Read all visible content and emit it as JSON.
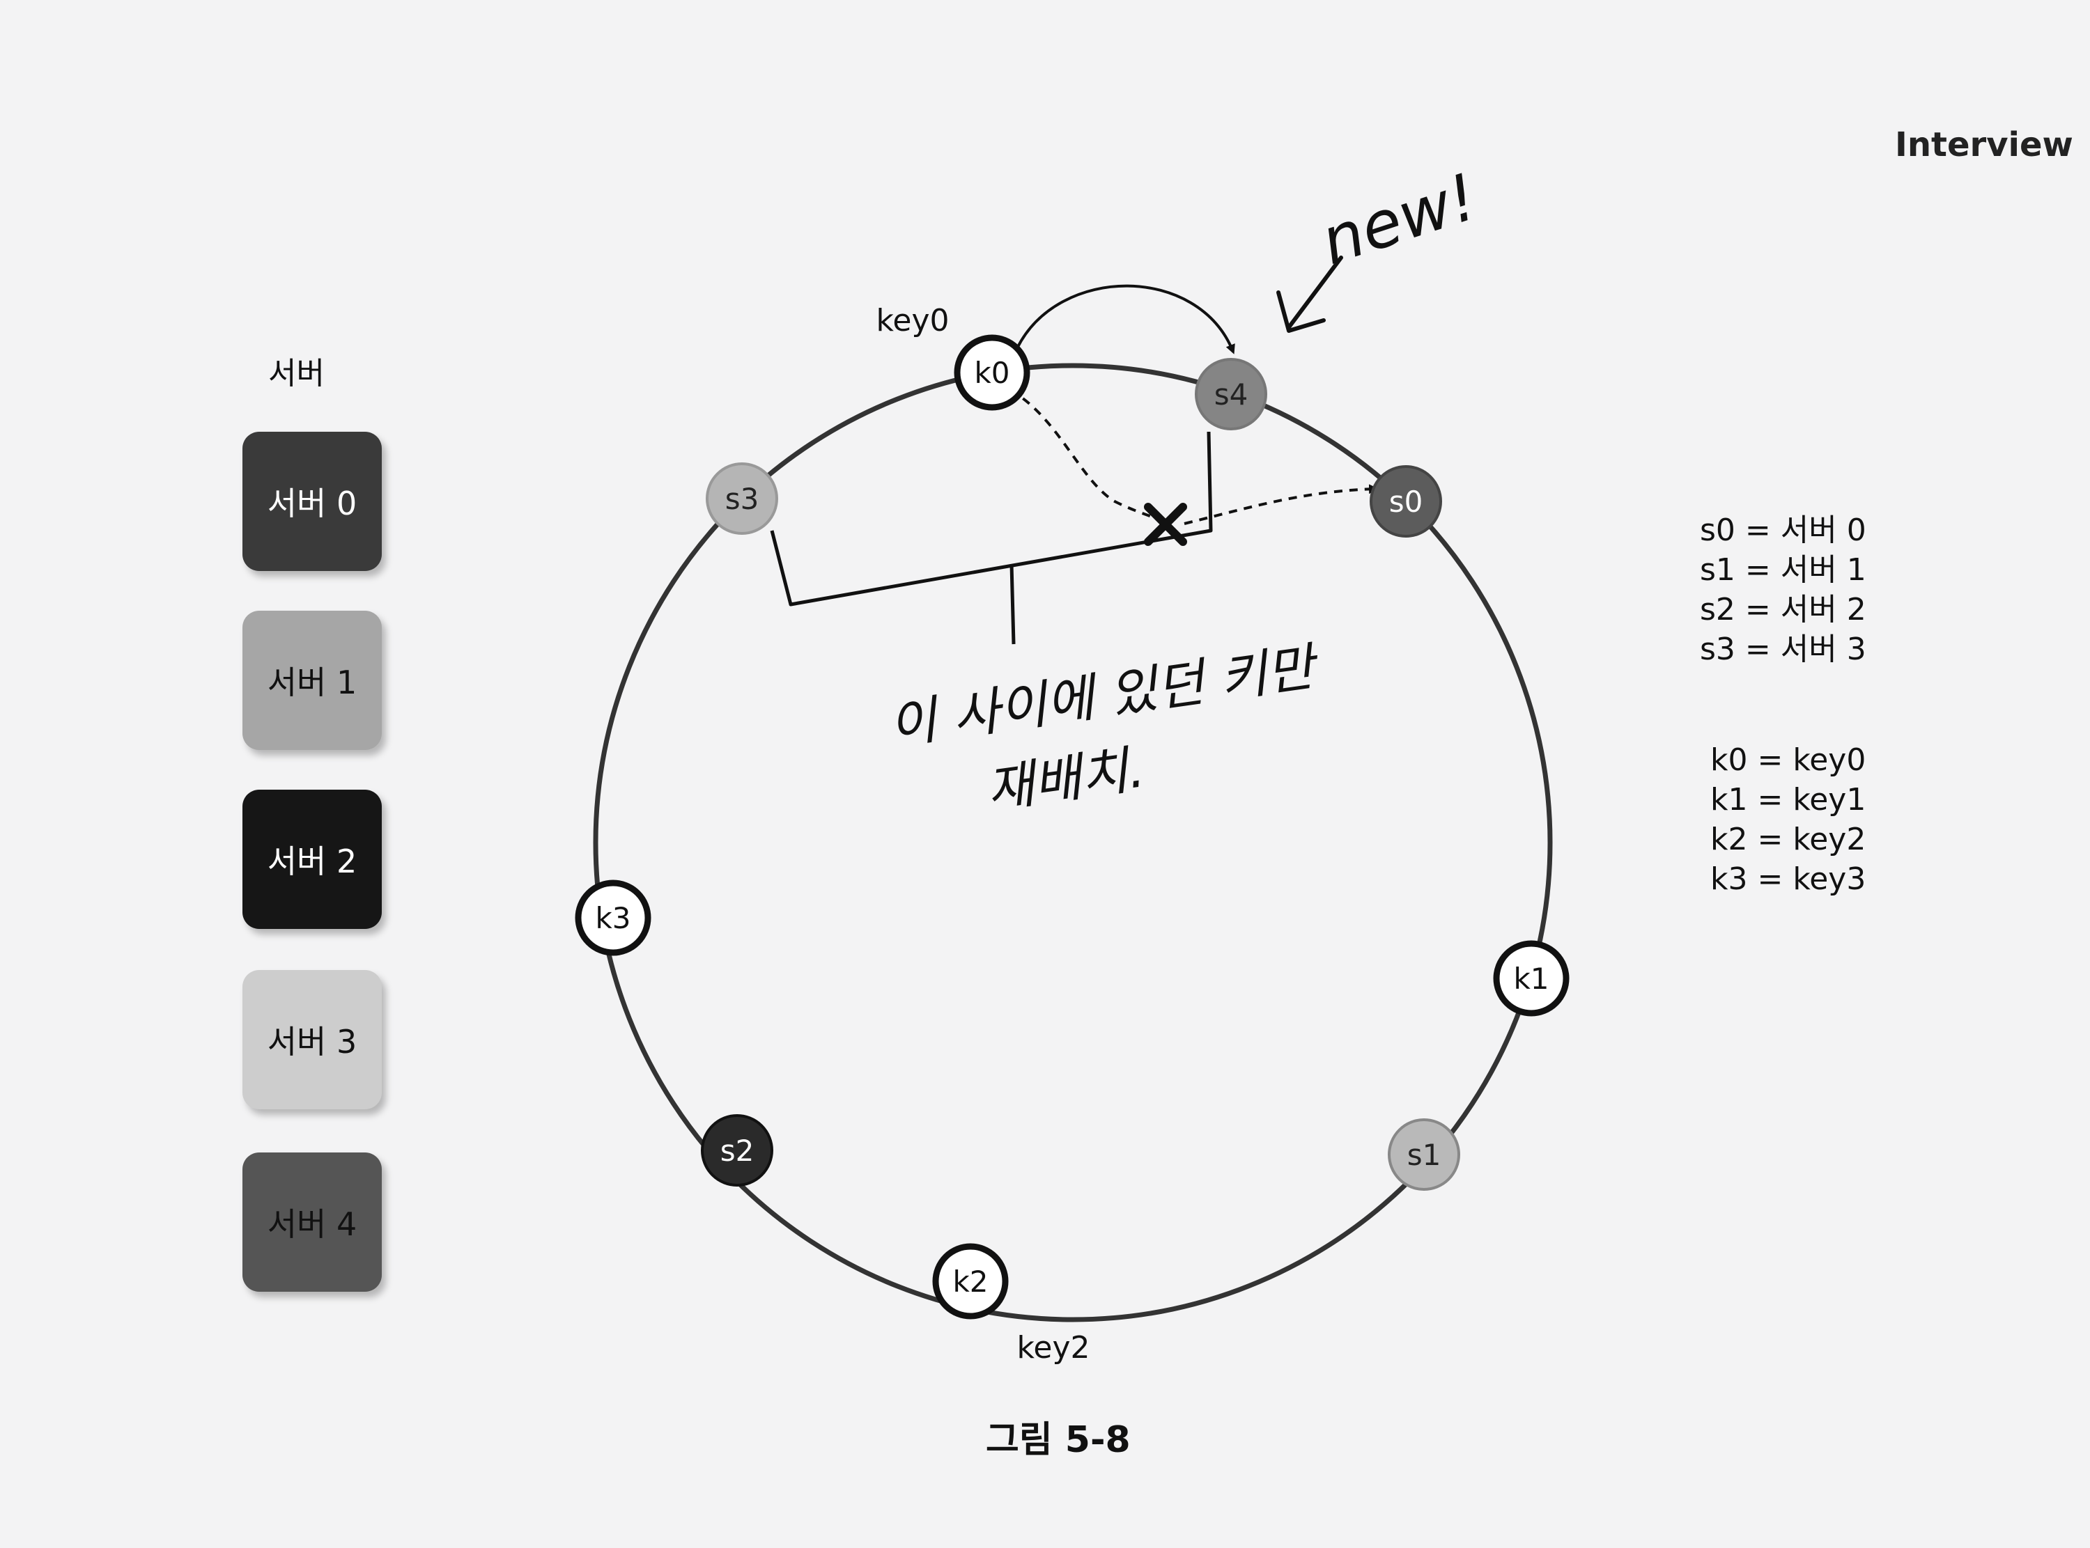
{
  "header": {
    "text": "Interview"
  },
  "legend": {
    "title": "서버",
    "servers": [
      {
        "label": "서버 0",
        "color": "#3a3a3a",
        "text_color": "#ffffff"
      },
      {
        "label": "서버 1",
        "color": "#a6a6a6",
        "text_color": "#111111"
      },
      {
        "label": "서버 2",
        "color": "#161616",
        "text_color": "#ffffff"
      },
      {
        "label": "서버 3",
        "color": "#cdcdcd",
        "text_color": "#111111"
      },
      {
        "label": "서버 4",
        "color": "#555555",
        "text_color": "#111111"
      }
    ]
  },
  "ring": {
    "servers": [
      {
        "id": "s0",
        "label": "s0",
        "color": "#5c5c5c",
        "text_color": "#ffffff"
      },
      {
        "id": "s1",
        "label": "s1",
        "color": "#b9b9b9",
        "text_color": "#222222"
      },
      {
        "id": "s2",
        "label": "s2",
        "color": "#2a2a2a",
        "text_color": "#ffffff"
      },
      {
        "id": "s3",
        "label": "s3",
        "color": "#b5b5b5",
        "text_color": "#222222"
      },
      {
        "id": "s4",
        "label": "s4",
        "color": "#858585",
        "text_color": "#222222"
      }
    ],
    "keys": [
      {
        "id": "k0",
        "label": "k0",
        "name": "key0"
      },
      {
        "id": "k1",
        "label": "k1"
      },
      {
        "id": "k2",
        "label": "k2",
        "name": "key2"
      },
      {
        "id": "k3",
        "label": "k3"
      }
    ]
  },
  "mappings": {
    "servers": [
      "s0 = 서버 0",
      "s1 = 서버 1",
      "s2 = 서버 2",
      "s3 = 서버 3"
    ],
    "keys": [
      "k0 = key0",
      "k1 = key1",
      "k2 = key2",
      "k3 = key3"
    ]
  },
  "annotations": {
    "new": "new!",
    "note_line1": "이 사이에 있던 키만",
    "note_line2": "재배치."
  },
  "caption": "그림 5-8"
}
